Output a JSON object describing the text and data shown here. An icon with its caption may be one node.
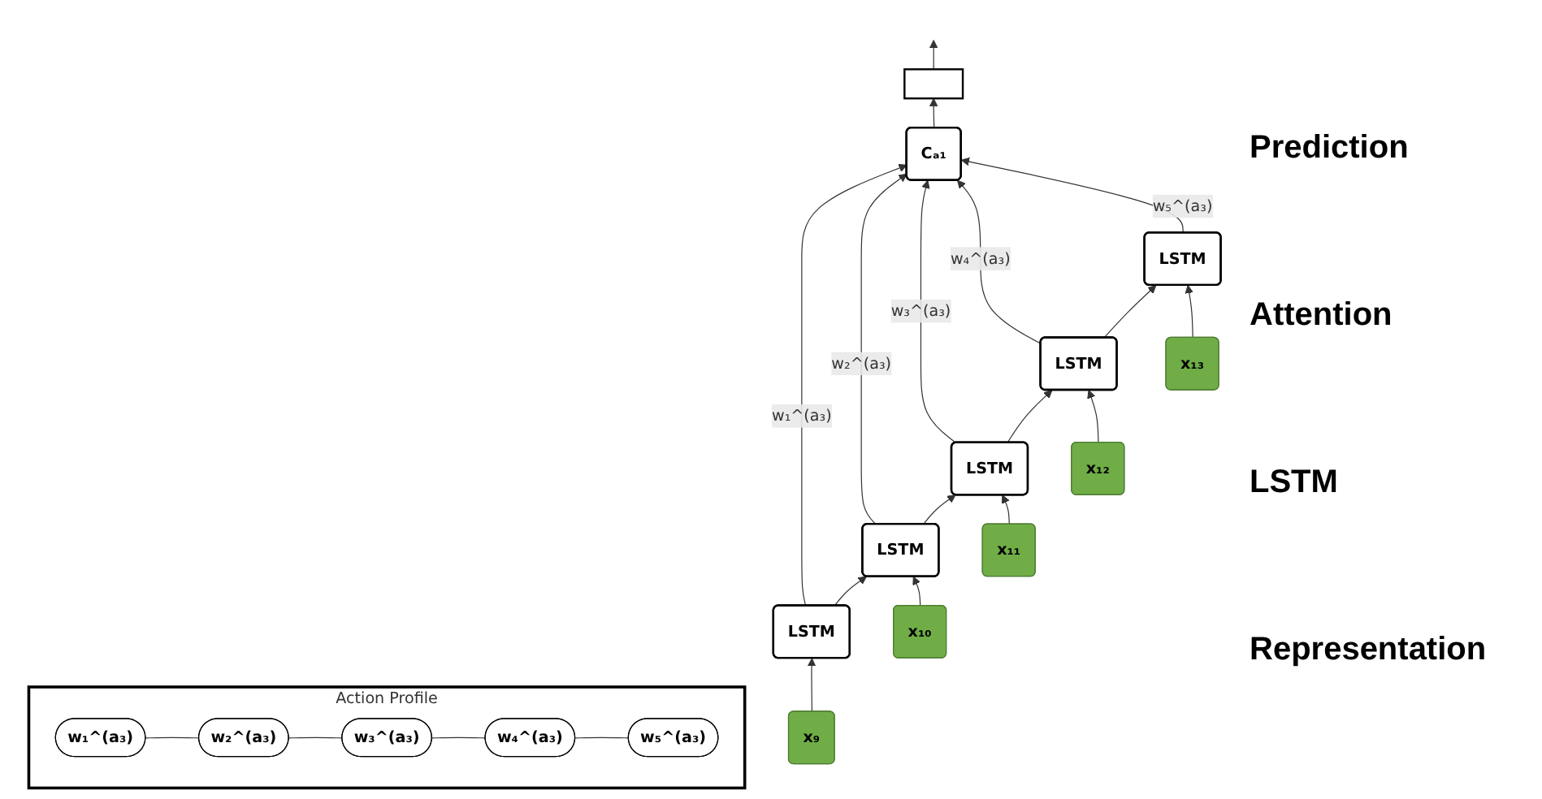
{
  "diagram": {
    "nodes": [
      {
        "text": [
          "Action Profile"
        ]
      },
      {
        "text": [
          "w₁^(a₃)"
        ],
        "in": 0
      },
      {
        "text": [
          "w₂^(a₃)"
        ],
        "in": 0
      },
      {
        "text": [
          "w₃^(a₃)"
        ],
        "in": 0
      },
      {
        "text": [
          "w₄^(a₃)"
        ],
        "in": 0
      },
      {
        "text": [
          "w₅^(a₃)"
        ],
        "in": 0
      },
      {
        "text": [],
        "shape": "box"
      },
      {
        "text": [
          "Cₐ₁"
        ]
      },
      {
        "text": [
          "LSTM"
        ]
      },
      {
        "text": [
          "LSTM"
        ]
      },
      {
        "text": [
          "LSTM"
        ]
      },
      {
        "text": [
          "LSTM"
        ]
      },
      {
        "text": [
          "LSTM"
        ]
      },
      {
        "text": [
          "x₉"
        ]
      },
      {
        "text": [
          "x₁₀"
        ]
      },
      {
        "text": [
          "x₁₁"
        ]
      },
      {
        "text": [
          "x₁₂"
        ]
      },
      {
        "text": [
          "x₁₃"
        ]
      }
    ],
    "edges": [
      {
        "from": 1,
        "to": 2,
        "arrow": "none"
      },
      {
        "from": 2,
        "to": 3,
        "arrow": "none"
      },
      {
        "from": 3,
        "to": 4,
        "arrow": "none"
      },
      {
        "from": 4,
        "to": 5,
        "arrow": "none"
      },
      {
        "from": 8,
        "to": 9,
        "arrow": "to"
      },
      {
        "from": 9,
        "to": 10,
        "arrow": "to"
      },
      {
        "from": 10,
        "to": 11,
        "arrow": "to"
      },
      {
        "from": 11,
        "to": 12,
        "arrow": "to"
      },
      {
        "from": 13,
        "to": 8,
        "arrow": "to"
      },
      {
        "from": 14,
        "to": 9,
        "arrow": "to"
      },
      {
        "from": 15,
        "to": 10,
        "arrow": "to"
      },
      {
        "from": 16,
        "to": 11,
        "arrow": "to"
      },
      {
        "from": 17,
        "to": 12,
        "arrow": "to"
      },
      {
        "from": 8,
        "to": 7,
        "arrow": "to",
        "label": "w₁^(a₃)"
      },
      {
        "from": 9,
        "to": 7,
        "arrow": "to",
        "label": "w₂^(a₃)"
      },
      {
        "from": 10,
        "to": 7,
        "arrow": "to",
        "label": "w₃^(a₃)"
      },
      {
        "from": 11,
        "to": 7,
        "arrow": "to",
        "label": "w₄^(a₃)"
      },
      {
        "from": 12,
        "to": 7,
        "arrow": "to",
        "label": "w₅^(a₃)"
      },
      {
        "from": 7,
        "to": 6,
        "arrow": "to"
      },
      {
        "from": 6,
        "to": null,
        "arrow": "to"
      }
    ],
    "labels": [
      "Prediction",
      "Attention",
      "LSTM",
      "Representation"
    ]
  }
}
